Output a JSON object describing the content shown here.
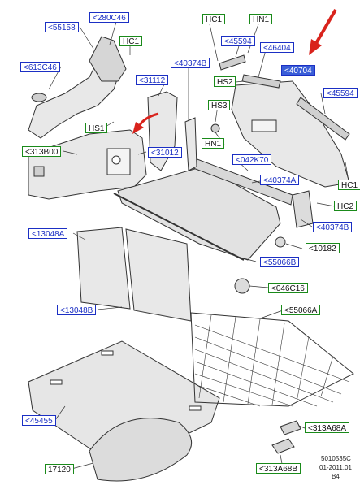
{
  "labels": {
    "55158": "<55158",
    "280C46": "<280C46",
    "HC1_a": "HC1",
    "613C46": "<613C46",
    "31112": "<31112",
    "HS1": "HS1",
    "313B00": "<313B00",
    "31012": "<31012",
    "13048A": "<13048A",
    "13048B": "<13048B",
    "45455": "<45455",
    "17120": "17120",
    "HC1_b": "HC1",
    "HN1_a": "HN1",
    "45594_a": "<45594",
    "46404": "<46404",
    "40374B_a": "<40374B",
    "40704": "<40704",
    "HS2": "HS2",
    "45594_b": "<45594",
    "HS3": "HS3",
    "HN1_b": "HN1",
    "042K70": "<042K70",
    "40374A_a": "<40374A",
    "HC1_c": "HC1",
    "HC2": "HC2",
    "40374B_b": "<40374B",
    "10182": "<10182",
    "55066B": "<55066B",
    "046C16": "<046C16",
    "55066A": "<55066A",
    "313A68A": "<313A68A",
    "313A68B": "<313A68B"
  },
  "footer": {
    "code": "5010535C",
    "date": "01-2011.01",
    "rev": "B4"
  },
  "colors": {
    "blue_label": "#1b2fc4",
    "green_label": "#1a8a1a",
    "selected_fill": "#3a5ed8",
    "arrow": "#d9231c"
  }
}
